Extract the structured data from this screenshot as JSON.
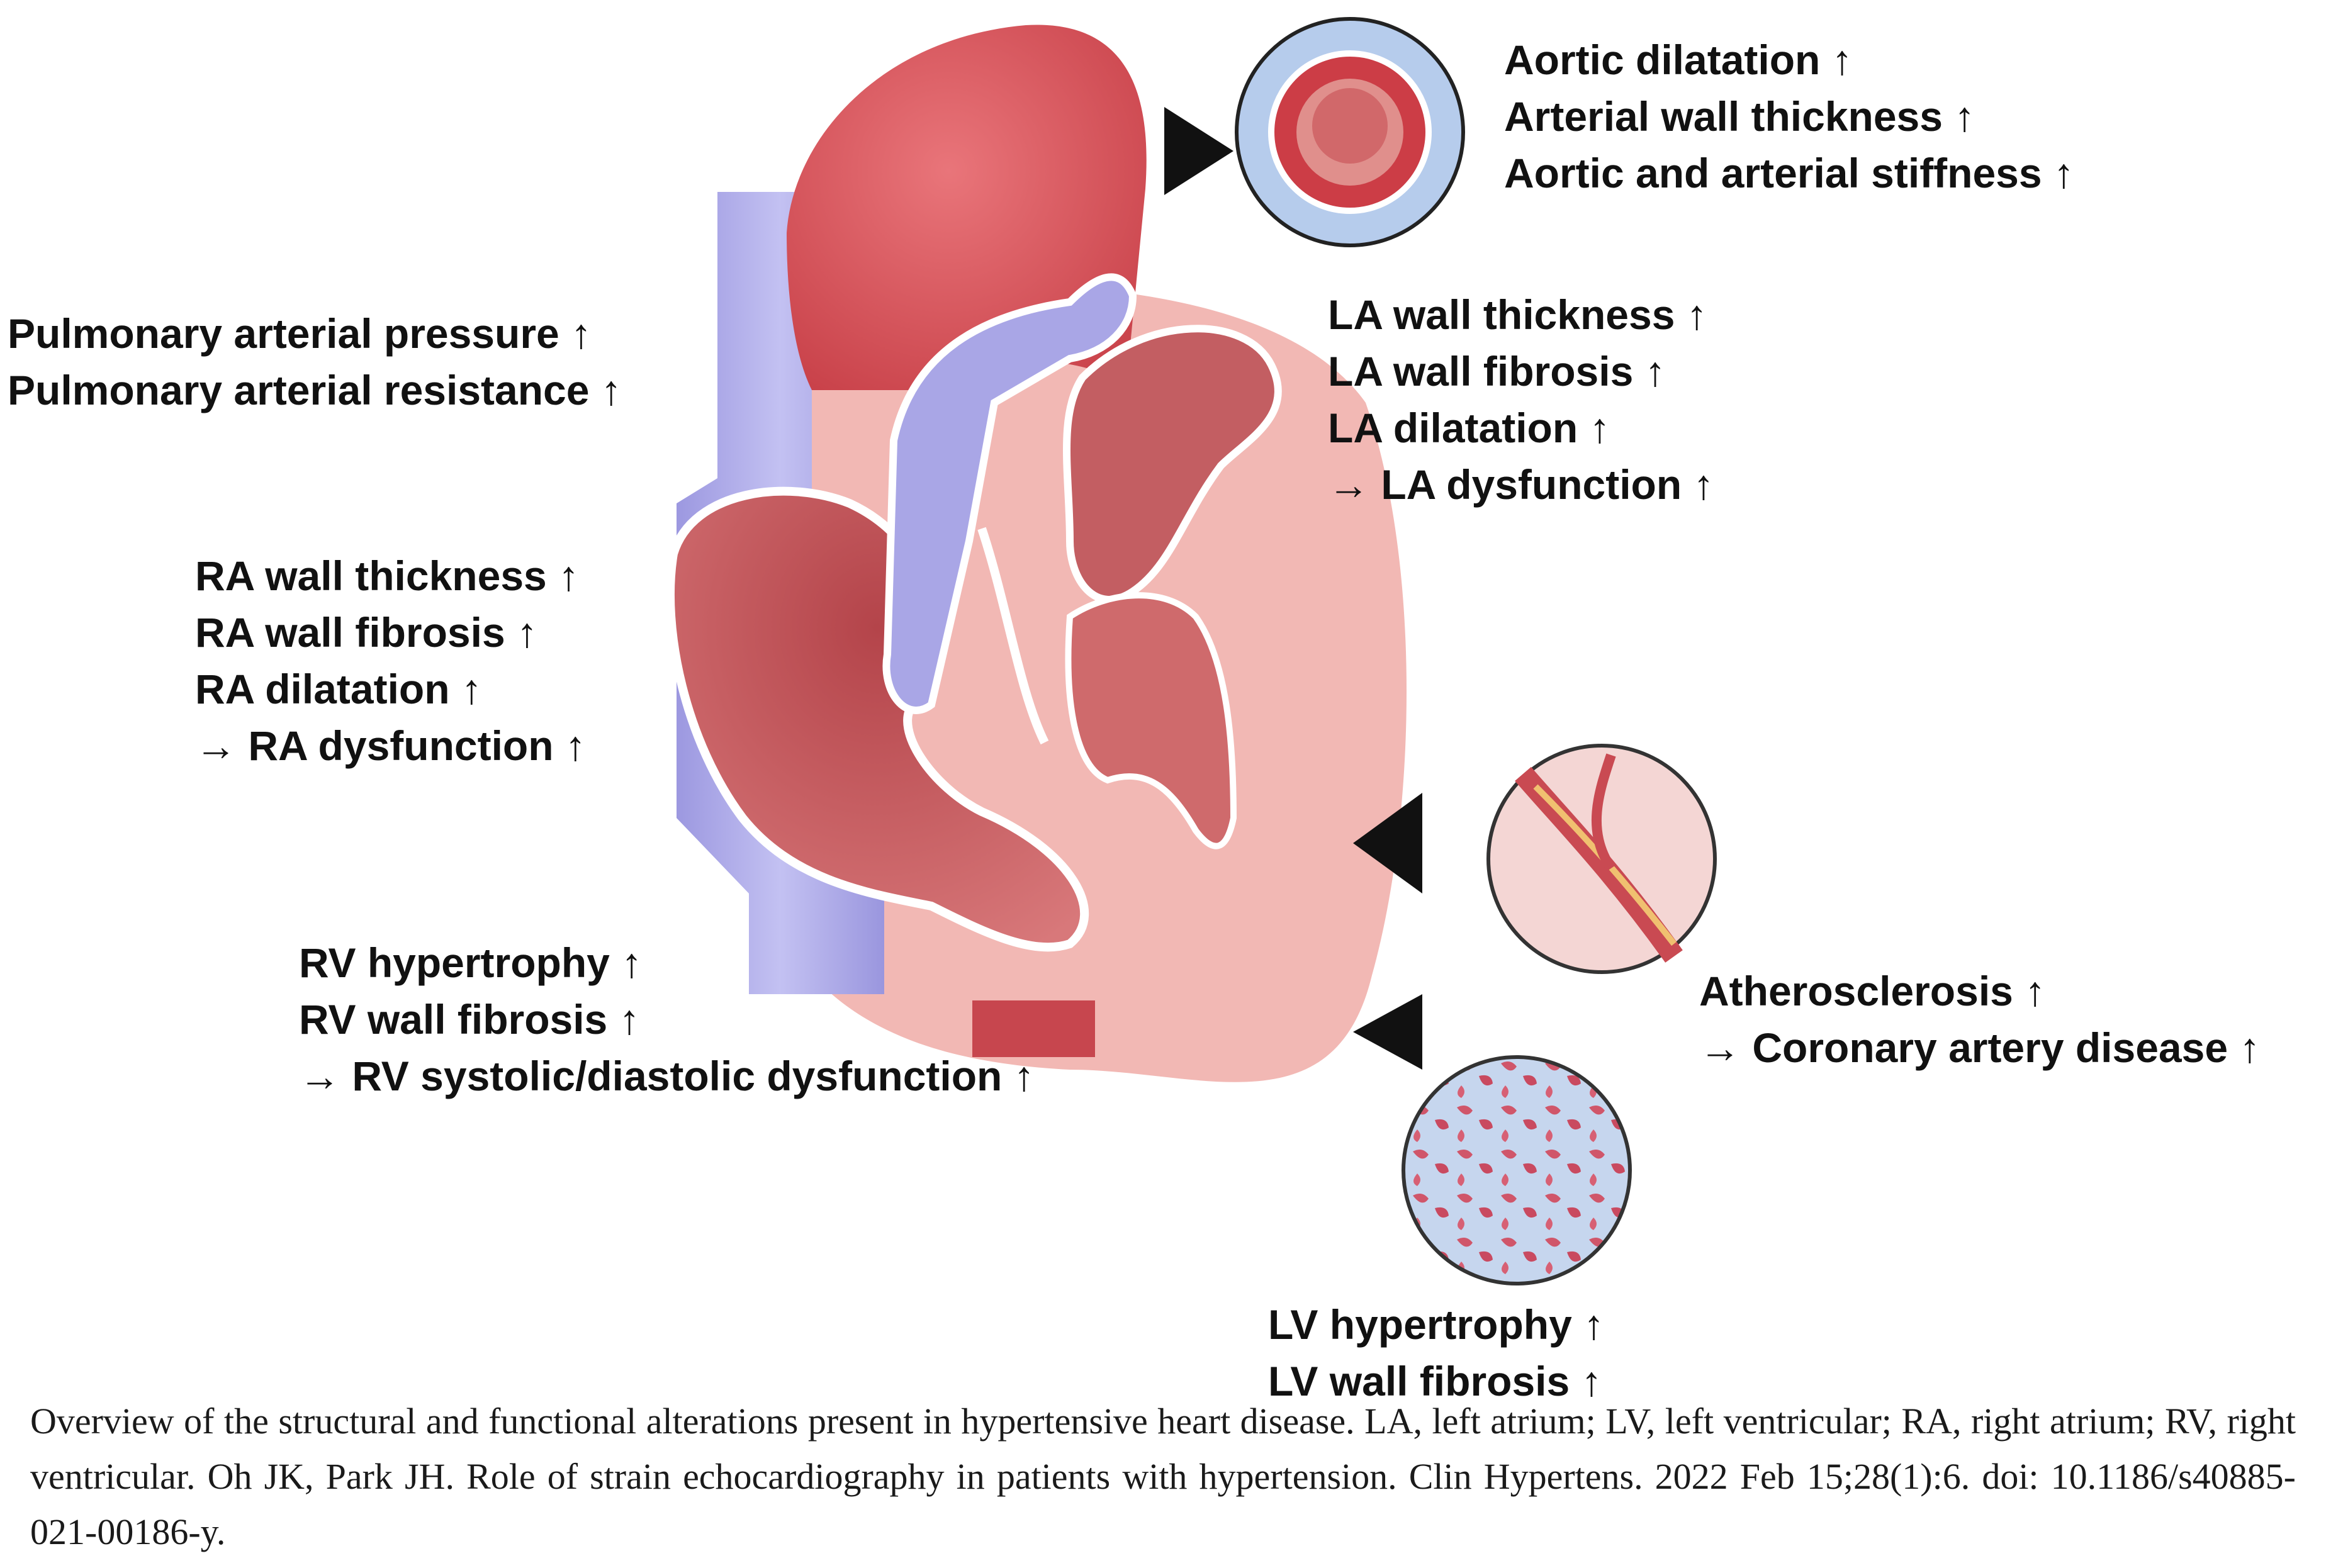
{
  "aorta_labels": [
    "Aortic dilatation ↑",
    "Arterial wall thickness ↑",
    "Aortic and arterial stiffness ↑"
  ],
  "pulmonary_labels": [
    "Pulmonary arterial pressure ↑",
    "Pulmonary arterial resistance ↑"
  ],
  "la_labels": [
    "LA wall thickness ↑",
    "LA wall fibrosis ↑",
    "LA dilatation ↑",
    "→ LA dysfunction ↑"
  ],
  "ra_labels": [
    "RA wall thickness ↑",
    "RA wall fibrosis ↑",
    "RA dilatation ↑",
    "→ RA dysfunction ↑"
  ],
  "rv_labels": [
    "RV hypertrophy ↑",
    "RV wall fibrosis ↑",
    "→ RV systolic/diastolic dysfunction ↑"
  ],
  "coronary_labels": [
    "Atherosclerosis ↑",
    "→ Coronary artery disease ↑"
  ],
  "lv_labels": [
    "LV hypertrophy ↑",
    "LV wall fibrosis ↑"
  ],
  "caption": "Overview of the structural and functional alterations present in hypertensive heart disease. LA, left atrium; LV, left ventricular; RA, right atrium; RV, right ventricular. Oh JK, Park JH. Role of strain echocardiography in patients with hypertension. Clin Hypertens. 2022 Feb 15;28(1):6. doi: 10.1186/s40885-021-00186-y.",
  "colors": {
    "heart_outer": "#f2b8b4",
    "aorta": "#d9545a",
    "vena_cava": "#a9a6e6",
    "chamber_red": "#cc5a5e",
    "wall_pink": "#f0b0aa",
    "pointer": "#111111"
  }
}
